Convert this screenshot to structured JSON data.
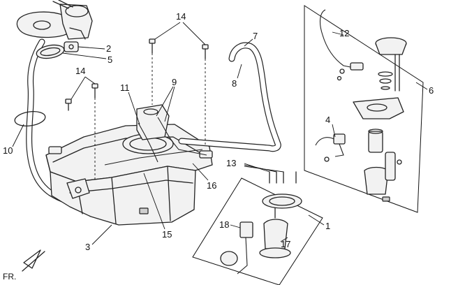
{
  "diagram": {
    "orientation_label": "FR.",
    "callouts": {
      "c1": "1",
      "c2": "2",
      "c3": "3",
      "c4": "4",
      "c5": "5",
      "c6": "6",
      "c7": "7",
      "c8": "8",
      "c9": "9",
      "c10": "10",
      "c11": "11",
      "c12": "12",
      "c13": "13",
      "c14a": "14",
      "c14b": "14",
      "c15": "15",
      "c16": "16",
      "c17": "17",
      "c18": "18"
    }
  }
}
